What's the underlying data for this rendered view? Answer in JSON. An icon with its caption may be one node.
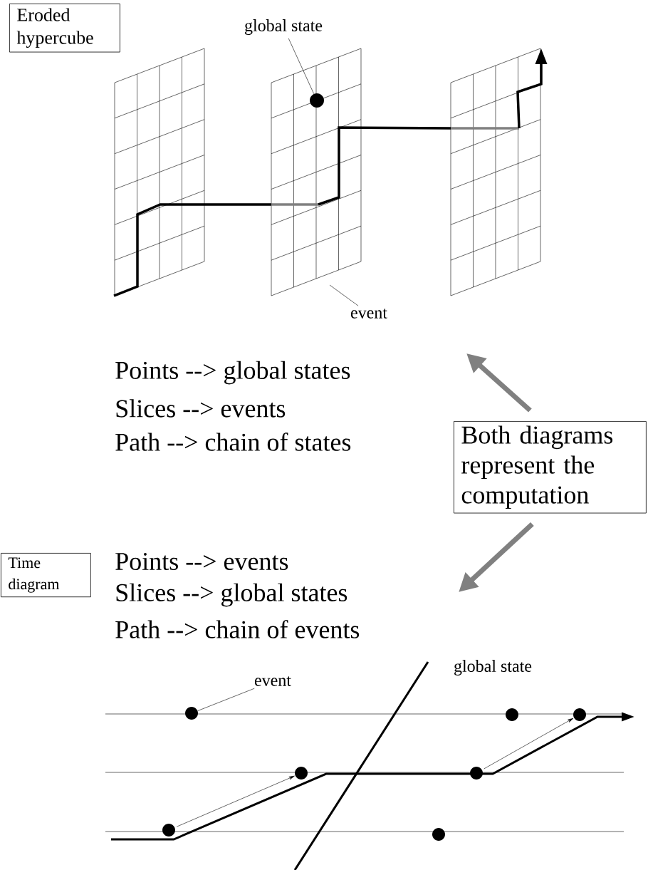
{
  "diagram": {
    "nodes": [
      {
        "text": [
          "Eroded hypercube"
        ]
      },
      {
        "text": [
          "global state"
        ]
      },
      {
        "text": [],
        "shape": "circle"
      },
      {
        "text": [
          "event"
        ]
      },
      {
        "text": [
          "Both diagrams represent the computation"
        ]
      },
      {
        "text": [
          "Time diagram"
        ]
      },
      {
        "text": [
          "event"
        ]
      },
      {
        "text": [],
        "shape": "circle"
      },
      {
        "text": [],
        "shape": "circle"
      },
      {
        "text": [],
        "shape": "circle"
      },
      {
        "text": [],
        "shape": "circle"
      },
      {
        "text": [],
        "shape": "circle"
      },
      {
        "text": [],
        "shape": "circle"
      },
      {
        "text": [],
        "shape": "circle"
      }
    ],
    "edges": [
      {
        "from": 1,
        "to": 2,
        "arrow": "none"
      },
      {
        "from": 3,
        "to": null,
        "arrow": "none"
      },
      {
        "from": 4,
        "to": null,
        "arrow": "to",
        "style": "thick",
        "color": "#808080"
      },
      {
        "from": 4,
        "to": null,
        "arrow": "to",
        "style": "thick",
        "color": "#808080"
      },
      {
        "from": 6,
        "to": 7,
        "arrow": "none"
      },
      {
        "from": 12,
        "to": 10,
        "arrow": "to"
      },
      {
        "from": 11,
        "to": 9,
        "arrow": "to"
      }
    ],
    "labels": [
      "Points --> global states",
      "Slices --> events",
      "Path --> chain of states",
      "Points --> events",
      "Slices --> global states",
      "Path --> chain of events",
      "global state"
    ]
  }
}
